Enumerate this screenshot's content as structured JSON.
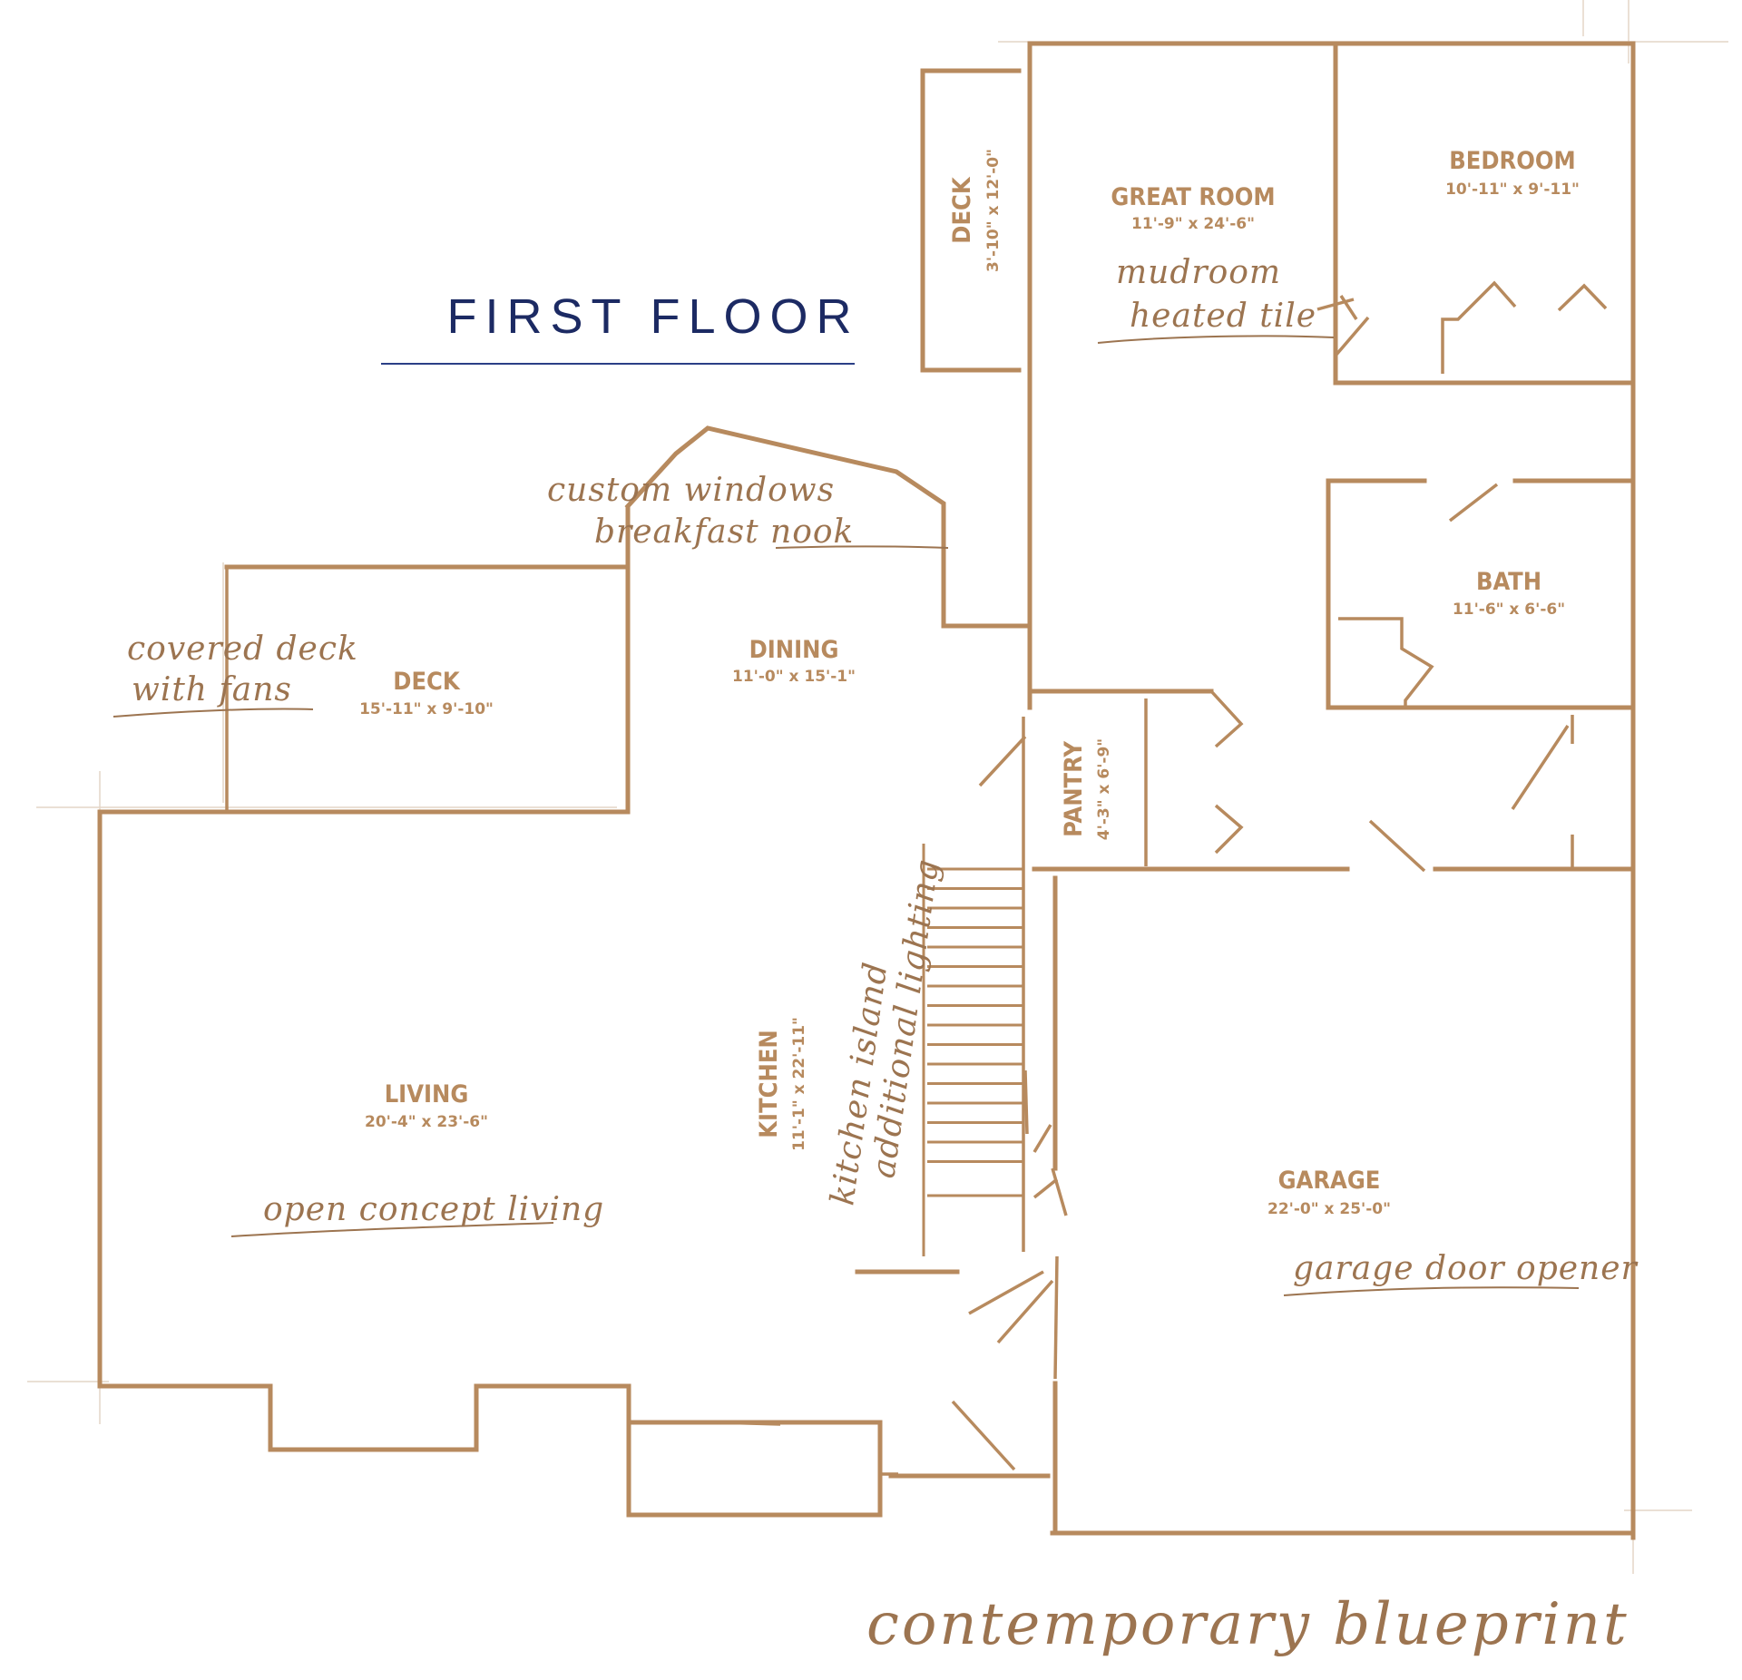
{
  "title": "FIRST FLOOR",
  "footer_script": "contemporary blueprint",
  "colors": {
    "wall": "#b78a5e",
    "title": "#1c2a63",
    "rule": "#2b3f86",
    "background": "#ffffff"
  },
  "rooms": {
    "deck_top": {
      "name": "DECK",
      "dim": "3'-10\" x 12'-0\""
    },
    "great_room": {
      "name": "GREAT ROOM",
      "dim": "11'-9\" x 24'-6\""
    },
    "bedroom": {
      "name": "BEDROOM",
      "dim": "10'-11\" x 9'-11\""
    },
    "bath": {
      "name": "BATH",
      "dim": "11'-6\" x 6'-6\""
    },
    "dining": {
      "name": "DINING",
      "dim": "11'-0\" x 15'-1\""
    },
    "deck_left": {
      "name": "DECK",
      "dim": "15'-11\" x 9'-10\""
    },
    "pantry": {
      "name": "PANTRY",
      "dim": "4'-3\" x 6'-9\""
    },
    "living": {
      "name": "LIVING",
      "dim": "20'-4\" x 23'-6\""
    },
    "kitchen": {
      "name": "KITCHEN",
      "dim": "11'-1\" x 22'-11\""
    },
    "garage": {
      "name": "GARAGE",
      "dim": "22'-0\" x 25'-0\""
    }
  },
  "notes": {
    "mudroom_1": "mudroom",
    "mudroom_2": "heated tile",
    "nook_1": "custom windows",
    "nook_2": "breakfast nook",
    "deck_1": "covered deck",
    "deck_2": "with fans",
    "living": "open concept living",
    "kitchen_1": "kitchen island",
    "kitchen_2": "additional lighting",
    "garage": "garage door opener"
  }
}
